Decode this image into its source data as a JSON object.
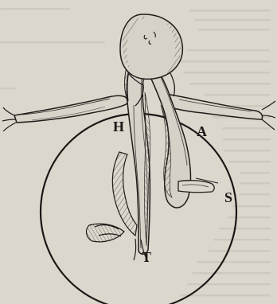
{
  "figure": {
    "labels": {
      "h": "H",
      "a": "A",
      "s": "S",
      "t": "T"
    }
  },
  "colors": {
    "paper": "#dcd7cd",
    "ink": "#1a1816",
    "faint_text": "#bdb6ab",
    "hatching": "#6a655d"
  }
}
